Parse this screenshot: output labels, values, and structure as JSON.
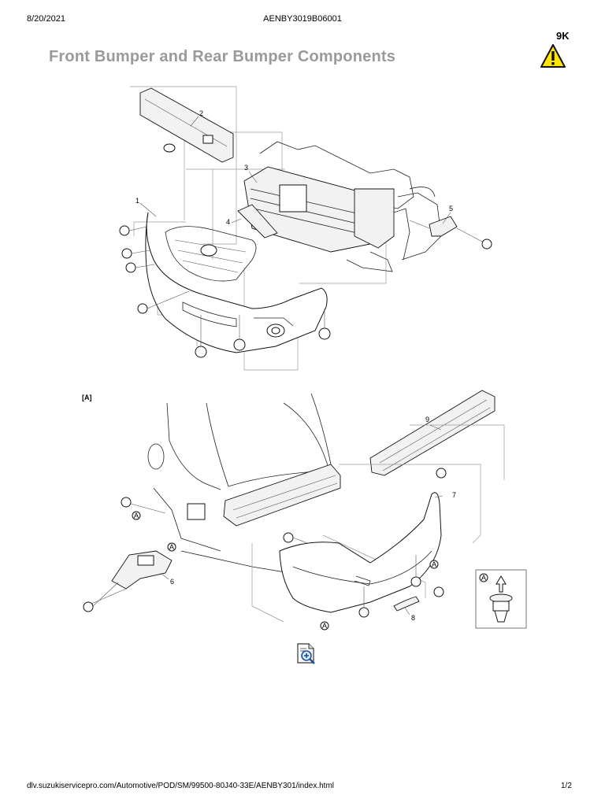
{
  "header": {
    "date": "8/20/2021",
    "doc_id": "AENBY3019B06001"
  },
  "section_code": "9K",
  "title": "Front Bumper and Rear Bumper Components",
  "front_diagram": {
    "callouts": [
      "1",
      "2",
      "3",
      "4",
      "5"
    ]
  },
  "rear_diagram": {
    "label": "[A]",
    "callouts": [
      "6",
      "7",
      "8",
      "9"
    ],
    "marker_letter": "A"
  },
  "icons": {
    "warning": "warning-triangle-icon",
    "zoom": "document-zoom-icon"
  },
  "colors": {
    "title": "#9a9a9a",
    "warning_fill": "#ffe600"
  },
  "footer": {
    "url": "dlv.suzukiservicepro.com/Automotive/POD/SM/99500-80J40-33E/AENBY301/index.html",
    "page": "1/2"
  }
}
